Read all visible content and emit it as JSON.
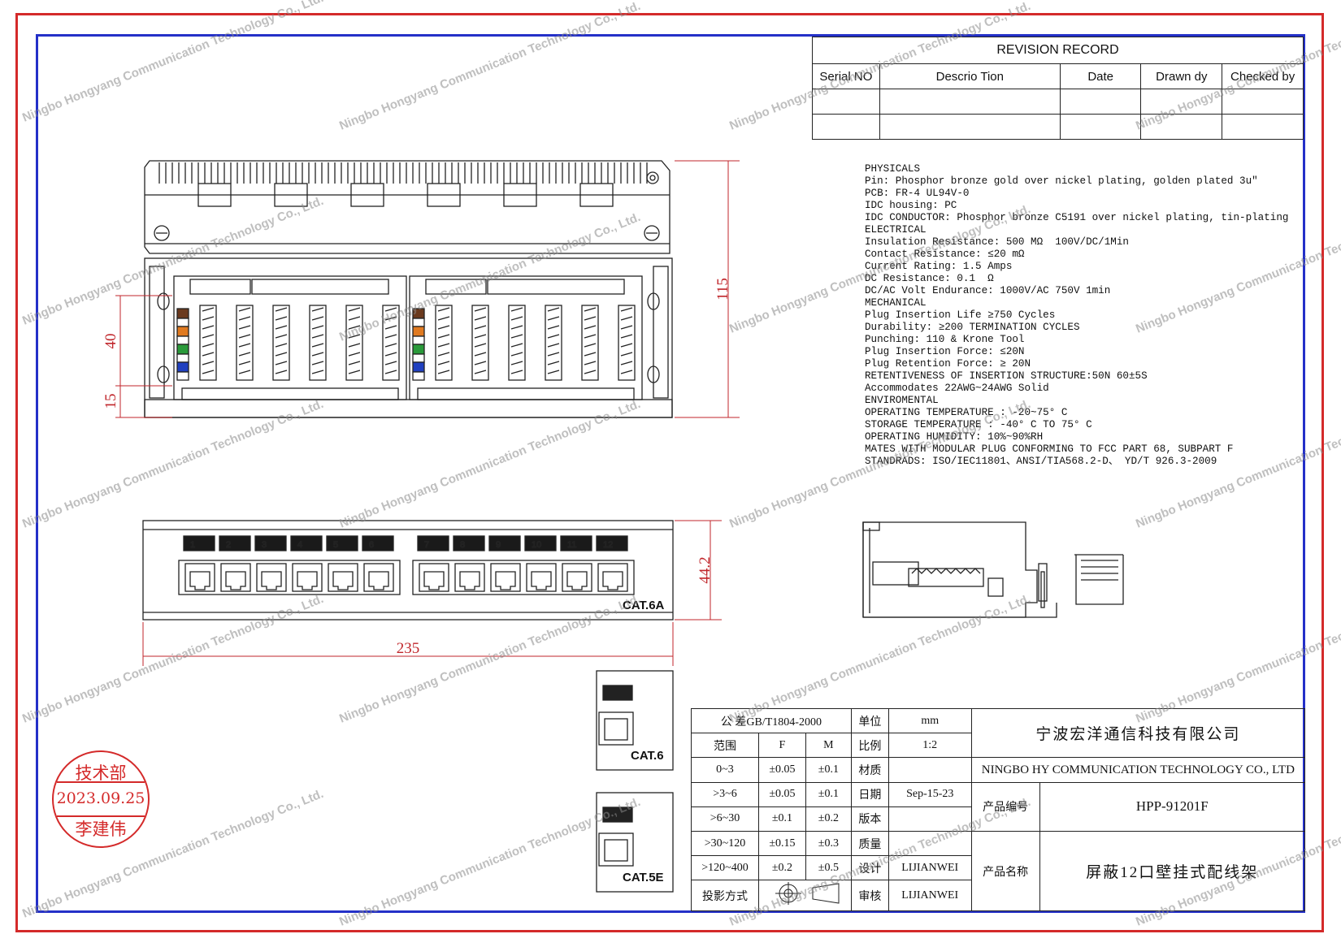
{
  "revision_record": {
    "title": "REVISION RECORD",
    "headers": [
      "Serial NO",
      "Descrio Tion",
      "Date",
      "Drawn dy",
      "Checked by"
    ]
  },
  "specs": [
    "PHYSICALS",
    "Pin: Phosphor bronze gold over nickel plating, golden plated 3u\"",
    "PCB: FR-4 UL94V-0",
    "IDC housing: PC",
    "IDC CONDUCTOR: Phosphor bronze C5191 over nickel plating, tin-plating",
    "ELECTRICAL",
    "Insulation Resistance: 500 MΩ  100V/DC/1Min",
    "Contact Resistance: ≤20 mΩ",
    "Current Rating: 1.5 Amps",
    "DC Resistance: 0.1  Ω",
    "DC/AC Volt Endurance: 1000V/AC 750V 1min",
    "MECHANICAL",
    "Plug Insertion Life ≥750 Cycles",
    "Durability: ≥200 TERMINATION CYCLES",
    "Punching: 110 & Krone Tool",
    "Plug Insertion Force: ≤20N",
    "Plug Retention Force: ≥ 20N",
    "RETENTIVENESS OF INSERTION STRUCTURE:50N 60±5S",
    "Accommodates 22AWG~24AWG Solid",
    "ENVIROMENTAL",
    "OPERATING TEMPERATURE : -20~75° C",
    "STORAGE TEMPERATURE : -40° C TO 75° C",
    "OPERATING HUMIDITY: 10%~90%RH",
    "MATES WITH MODULAR PLUG CONFORMING TO FCC PART 68, SUBPART F",
    "STANDRADS: ISO/IEC11801、ANSI/TIA568.2-D、 YD/T 926.3-2009"
  ],
  "dimensions": {
    "height_total": "115",
    "height_a": "40",
    "height_b": "15",
    "front_height": "44.2",
    "width": "235"
  },
  "labels": {
    "cat6a": "CAT.6A",
    "cat6": "CAT.6",
    "cat5e": "CAT.5E",
    "port_numbers": [
      "1",
      "2",
      "3",
      "4",
      "5",
      "6",
      "7",
      "8",
      "9",
      "10",
      "11",
      "12"
    ]
  },
  "title_block": {
    "tolerance_title": "公  差GB/T1804-2000",
    "range_header": "范围",
    "f_header": "F",
    "m_header": "M",
    "rows": [
      {
        "range": "0~3",
        "f": "±0.05",
        "m": "±0.1"
      },
      {
        "range": ">3~6",
        "f": "±0.05",
        "m": "±0.1"
      },
      {
        "range": ">6~30",
        "f": "±0.1",
        "m": "±0.2"
      },
      {
        "range": ">30~120",
        "f": "±0.15",
        "m": "±0.3"
      },
      {
        "range": ">120~400",
        "f": "±0.2",
        "m": "±0.5"
      }
    ],
    "projection_label": "投影方式",
    "unit_label": "单位",
    "unit_value": "mm",
    "scale_label": "比例",
    "scale_value": "1:2",
    "material_label": "材质",
    "material_value": "",
    "date_label": "日期",
    "date_value": "Sep-15-23",
    "version_label": "版本",
    "version_value": "",
    "quality_label": "质量",
    "quality_value": "",
    "design_label": "设计",
    "design_value": "LIJIANWEI",
    "review_label": "审核",
    "review_value": "LIJIANWEI",
    "company_cn": "宁波宏洋通信科技有限公司",
    "company_en": "NINGBO HY COMMUNICATION TECHNOLOGY CO., LTD",
    "product_no_label": "产品编号",
    "product_no": "HPP-91201F",
    "product_name_label": "产品名称",
    "product_name": "屏蔽12口壁挂式配线架"
  },
  "stamp": {
    "dept": "技术部",
    "date": "2023.09.25",
    "name": "李建伟"
  },
  "watermark": "Ningbo Hongyang Communication Technology Co., Ltd.",
  "colors": {
    "outer_frame": "#d42a2a",
    "inner_frame": "#2430c8",
    "stamp": "#d42a2a",
    "dimension": "#c0262b"
  }
}
